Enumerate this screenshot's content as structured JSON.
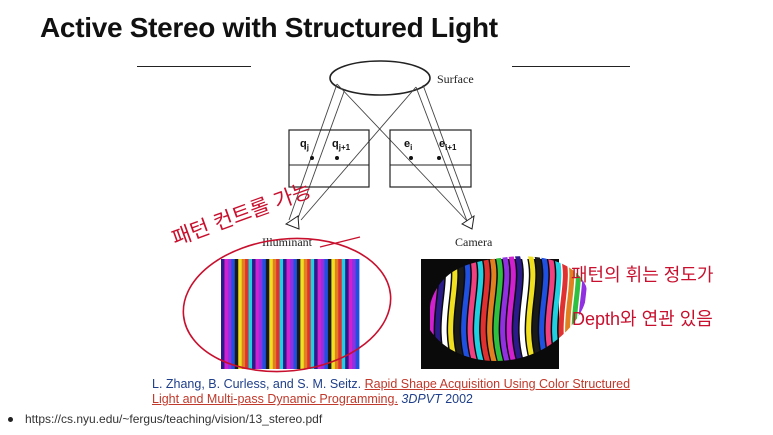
{
  "slide": {
    "title": "Active Stereo with Structured Light",
    "diagram": {
      "surface_label": "Surface",
      "illuminant_label": "Illuminant",
      "camera_label": "Camera",
      "proj_label_1": "q",
      "proj_sub_1": "j",
      "proj_label_2": "q",
      "proj_sub_2": "j+1",
      "cam_label_1": "e",
      "cam_sub_1": "i",
      "cam_label_2": "e",
      "cam_sub_2": "i+1"
    },
    "stripe_colors": [
      "#2a1a8a",
      "#e03030",
      "#f0e020",
      "#30c040",
      "#2050e0",
      "#d020d0",
      "#20d0e0",
      "#ffffff",
      "#e08020",
      "#1a1a1a",
      "#9030e0",
      "#f04080"
    ],
    "annotations": {
      "left_handwriting": "패턴 컨트롤 가능",
      "right_line1": "패턴의 휘는 정도가",
      "right_line2": "Depth와 연관 있음",
      "ink_color": "#c8102e"
    },
    "citation": {
      "authors": "L. Zhang, B. Curless, and S. M. Seitz.",
      "paper_title": "Rapid Shape Acquisition Using Color Structured Light and Multi-pass Dynamic Programming.",
      "venue": "3DPVT",
      "year": "2002"
    },
    "source_url": "https://cs.nyu.edu/~fergus/teaching/vision/13_stereo.pdf"
  }
}
